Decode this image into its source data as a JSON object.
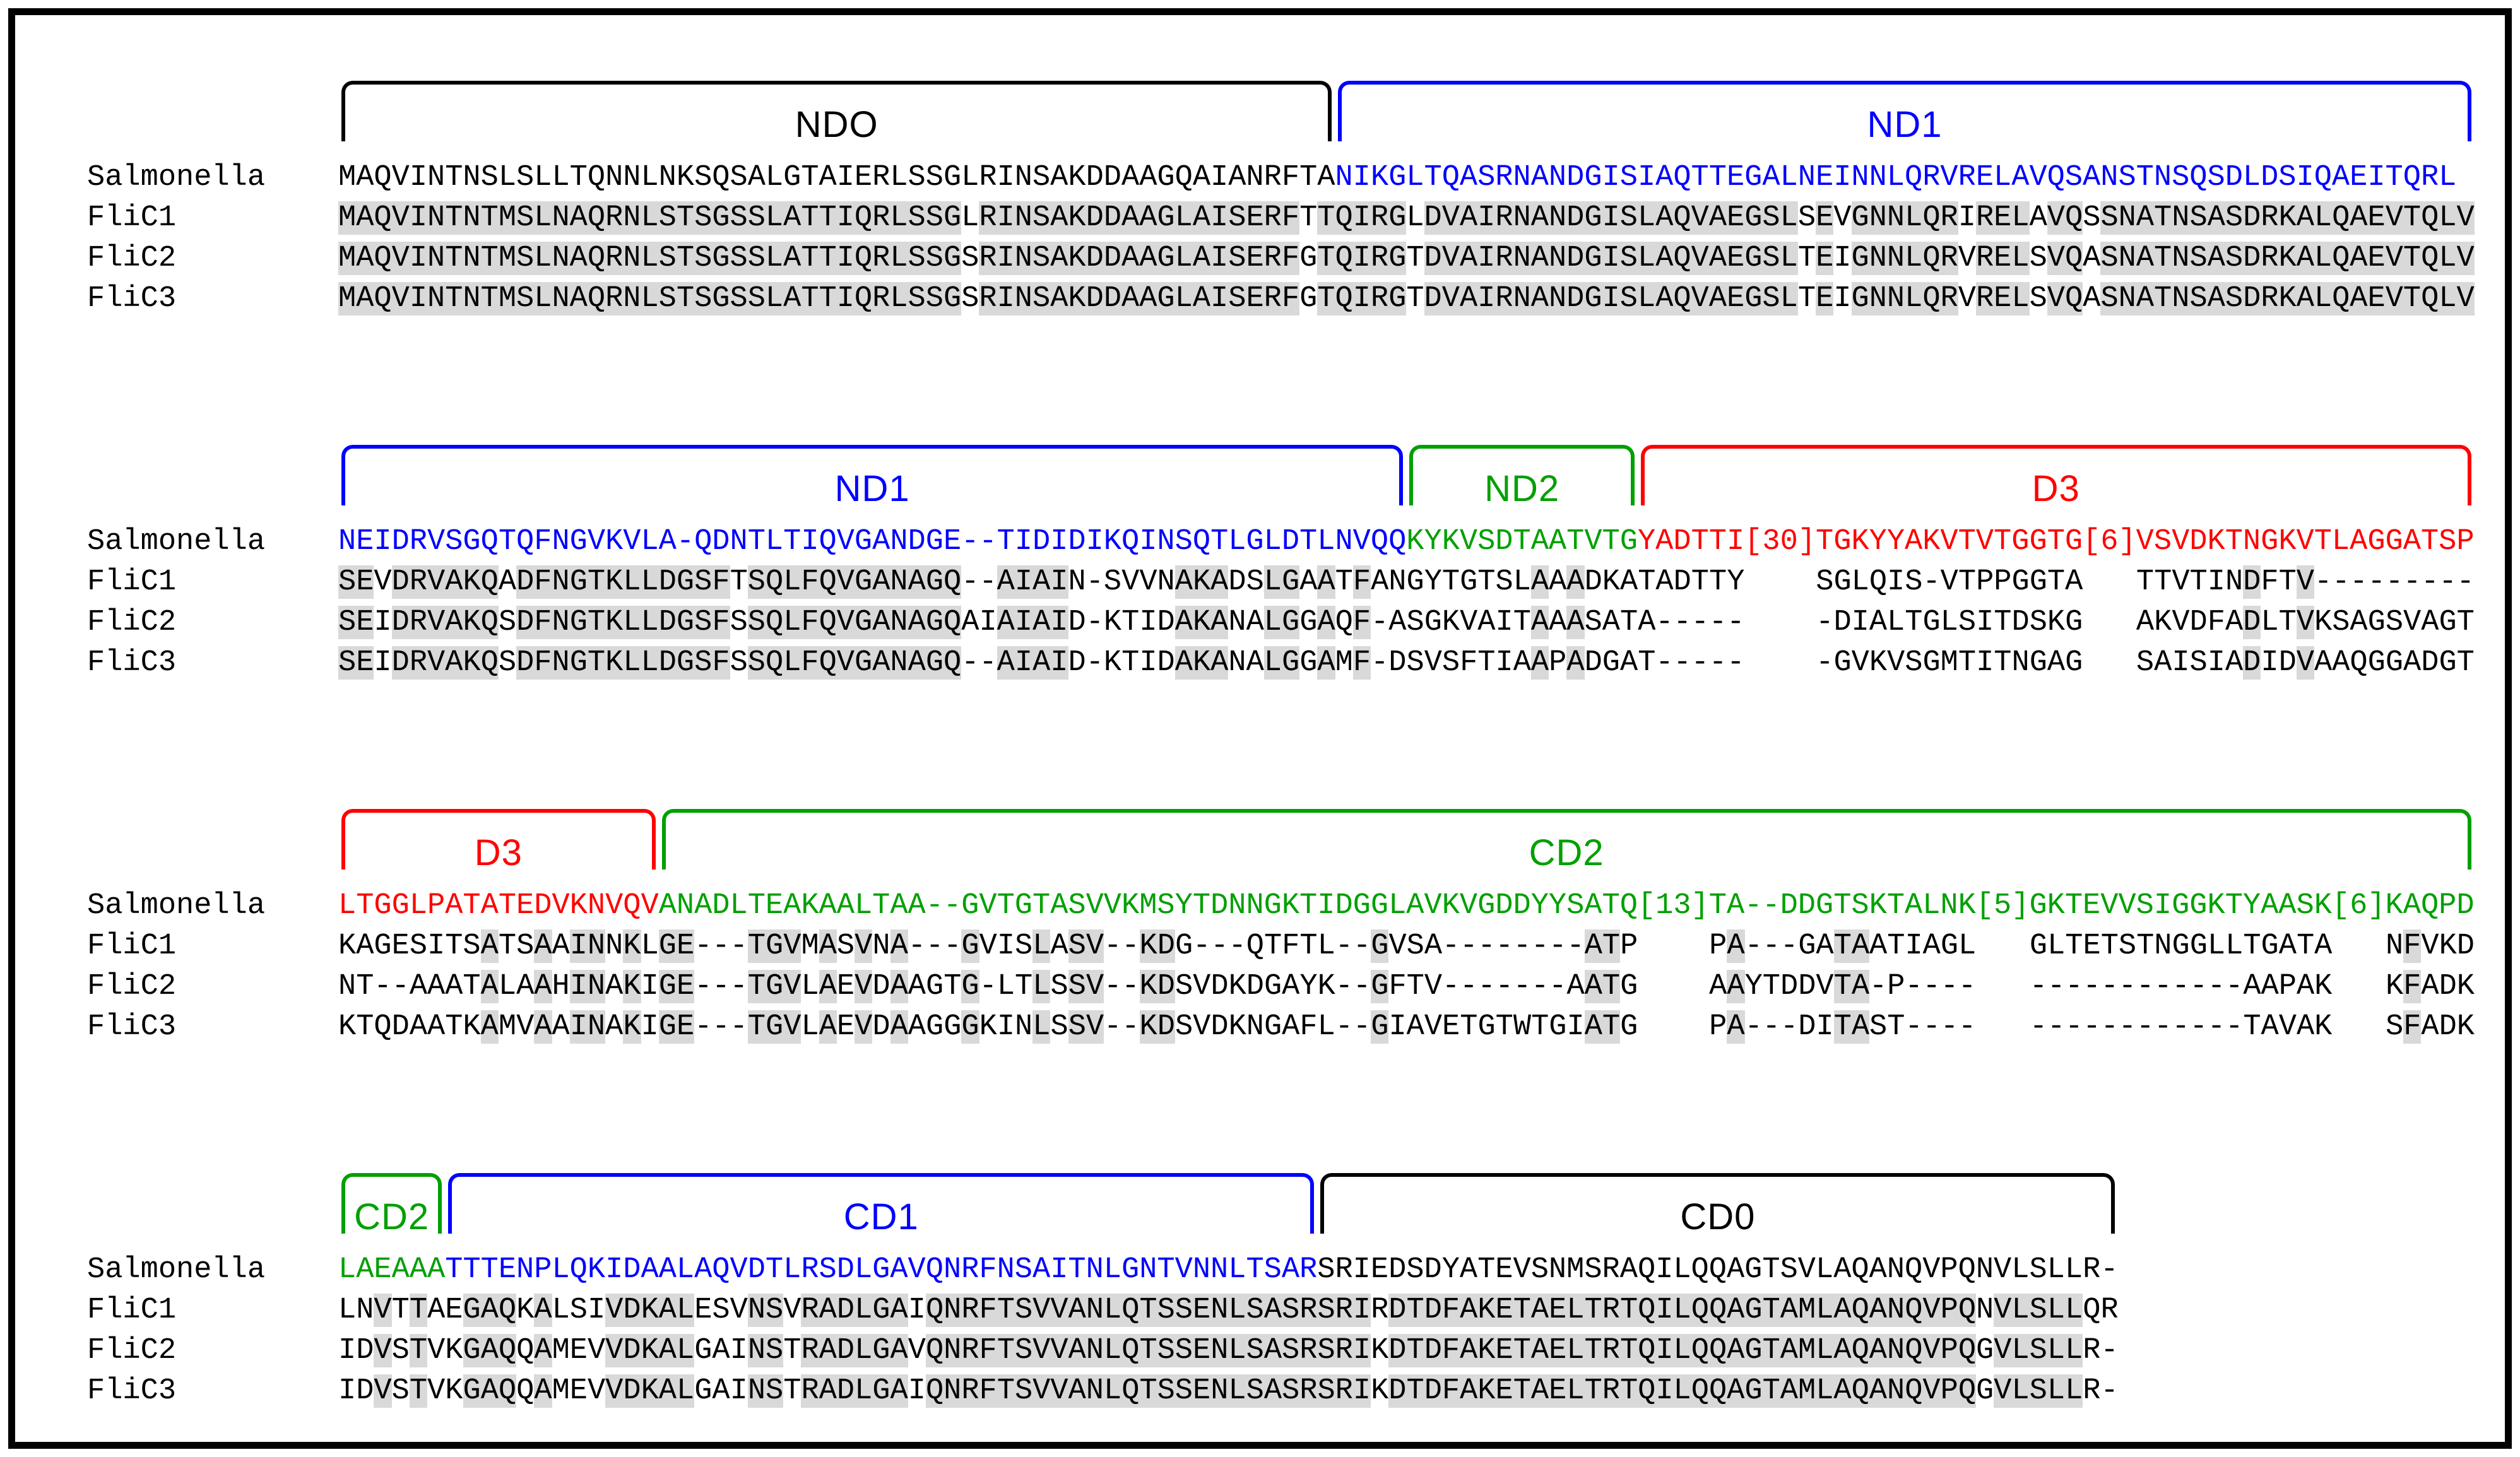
{
  "figure": {
    "colors": {
      "black": "#000000",
      "blue": "#0000ff",
      "green": "#00a000",
      "red": "#ff0000",
      "highlight_gray": "#d9d9d9"
    },
    "row_labels": [
      "Salmonella",
      "FliC1",
      "FliC2",
      "FliC3"
    ],
    "blocks": [
      {
        "brackets": [
          {
            "label": "NDO",
            "color": "black",
            "start": 1,
            "end": 56
          },
          {
            "label": "ND1",
            "color": "blue",
            "start": 57,
            "end": 120
          }
        ],
        "rows": [
          {
            "label": "Salmonella",
            "seq": "MAQVINTNSLSLLTQNNLNKSQSALGTAIERLSSGLRINSAKDDAAGQAIANRFTANIKGLTQASRNANDGISIAQTTEGALNEINNLQRVRELAVQSANSTNSQSDLDSIQAEITQRL",
            "segments": [
              {
                "start": 1,
                "end": 56,
                "color": "black"
              },
              {
                "start": 57,
                "end": 119,
                "color": "blue"
              }
            ]
          },
          {
            "label": "FliC1",
            "seq": "MAQVINTNTMSLNAQRNLSTSGSSLATTIQRLSSGLRINSAKDDAAGLAISERFTTQIRGLDVAIRNANDGISLAQVAEGSLSEVGNNLQRIRELAVQSSNATNSASDRKALQAEVTQLV"
          },
          {
            "label": "FliC2",
            "seq": "MAQVINTNTMSLNAQRNLSTSGSSLATTIQRLSSGSRINSAKDDAAGLAISERFGTQIRGTDVAIRNANDGISLAQVAEGSLTEIGNNLQRVRELSVQASNATNSASDRKALQAEVTQLV"
          },
          {
            "label": "FliC3",
            "seq": "MAQVINTNTMSLNAQRNLSTSGSSLATTIQRLSSGSRINSAKDDAAGLAISERFGTQIRGTDVAIRNANDGISLAQVAEGSLTEIGNNLQRVRELSVQASNATNSASDRKALQAEVTQLV"
          }
        ]
      },
      {
        "brackets": [
          {
            "label": "ND1",
            "color": "blue",
            "start": 1,
            "end": 60
          },
          {
            "label": "ND2",
            "color": "green",
            "start": 61,
            "end": 73
          },
          {
            "label": "D3",
            "color": "red",
            "start": 74,
            "end": 120
          }
        ],
        "rows": [
          {
            "label": "Salmonella",
            "seq": "NEIDRVSGQTQFNGVKVLA-QDNTLTIQVGANDGE--TIDIDIKQINSQTLGLDTLNVQQKYKVSDTAATVTGYADTTI[30]TGKYYAKVTVTGGTG[6]VSVDKTNGKVTLAGGATSP",
            "segments": [
              {
                "start": 1,
                "end": 60,
                "color": "blue"
              },
              {
                "start": 61,
                "end": 73,
                "color": "green"
              },
              {
                "start": 74,
                "end": 120,
                "color": "red"
              }
            ]
          },
          {
            "label": "FliC1",
            "seq": "SEVDRVAKQADFNGTKLLDGSFTSQLFQVGANAGQ--AIAIN-SVVNAKADSLGAATFANGYTGTSLAAADKATADTTY    SGLQIS-VTPPGGTA   TTVTINDFTV---------"
          },
          {
            "label": "FliC2",
            "seq": "SEIDRVAKQSDFNGTKLLDGSFSSQLFQVGANAGQAIAIAID-KTIDAKANALGGAQF-ASGKVAITAAASATA-----    -DIALTGLSITDSKG   AKVDFADLTVKSAGSVAGT"
          },
          {
            "label": "FliC3",
            "seq": "SEIDRVAKQSDFNGTKLLDGSFSSQLFQVGANAGQ--AIAID-KTIDAKANALGGAMF-DSVSFTIAAPADGAT-----    -GVKVSGMTITNGAG   SAISIADIDVAAQGGADGT"
          }
        ]
      },
      {
        "brackets": [
          {
            "label": "D3",
            "color": "red",
            "start": 1,
            "end": 18
          },
          {
            "label": "CD2",
            "color": "green",
            "start": 19,
            "end": 120
          }
        ],
        "rows": [
          {
            "label": "Salmonella",
            "seq": "LTGGLPATATEDVKNVQVANADLTEAKAALTAA--GVTGTASVVKMSYTDNNGKTIDGGLAVKVGDDYYSATQ[13]TA--DDGTSKTALNK[5]GKTEVVSIGGKTYAASK[6]KAQPD",
            "segments": [
              {
                "start": 1,
                "end": 18,
                "color": "red"
              },
              {
                "start": 19,
                "end": 120,
                "color": "green"
              }
            ]
          },
          {
            "label": "FliC1",
            "seq": "KAGESITSATSAAINNKLGE---TGVMASVNA---GVISLASV--KDG---QTFTL--GVSA--------ATP    PA---GATAATIAGL   GLTETSTNGGLLTGATA   NFVKD"
          },
          {
            "label": "FliC2",
            "seq": "NT--AAATALAAHINAKIGE---TGVLAEVDAAGTG-LTLSSV--KDSVDKDGAYK--GFTV-------AATG    AAYTDDVTA-P----   ------------AAPAK   KFADK"
          },
          {
            "label": "FliC3",
            "seq": "KTQDAATKAMVAAINAKIGE---TGVLAEVDAAGGGKINLSSV--KDSVDKNGAFL--GIAVETGTWTGIATG    PA---DITAST----   ------------TAVAK   SFADK"
          }
        ]
      },
      {
        "brackets": [
          {
            "label": "CD2",
            "color": "green",
            "start": 1,
            "end": 6
          },
          {
            "label": "CD1",
            "color": "blue",
            "start": 7,
            "end": 55
          },
          {
            "label": "CD0",
            "color": "black",
            "start": 56,
            "end": 100
          }
        ],
        "rows": [
          {
            "label": "Salmonella",
            "seq": "LAEAAATTTENPLQKIDAALAQVDTLRSDLGAVQNRFNSAITNLGNTVNNLTSARSRIEDSDYATEVSNMSRAQILQQAGTSVLAQANQVPQNVLSLLR-",
            "segments": [
              {
                "start": 1,
                "end": 6,
                "color": "green"
              },
              {
                "start": 7,
                "end": 55,
                "color": "blue"
              },
              {
                "start": 56,
                "end": 100,
                "color": "black"
              }
            ]
          },
          {
            "label": "FliC1",
            "seq": "LNVTTAEGAQKALSIVDKALESVNSVRADLGAIQNRFTSVVANLQTSSENLSASRSRIRDTDFAKETAELTRTQILQQAGTAMLAQANQVPQNVLSLLQR"
          },
          {
            "label": "FliC2",
            "seq": "IDVSTVKGAQQAMEVVDKALGAINSTRADLGAVQNRFTSVVANLQTSSENLSASRSRIKDTDFAKETAELTRTQILQQAGTAMLAQANQVPQGVLSLLR-"
          },
          {
            "label": "FliC3",
            "seq": "IDVSTVKGAQQAMEVVDKALGAINSTRADLGAIQNRFTSVVANLQTSSENLSASRSRIKDTDFAKETAELTRTQILQQAGTAMLAQANQVPQGVLSLLR-"
          }
        ]
      }
    ]
  }
}
